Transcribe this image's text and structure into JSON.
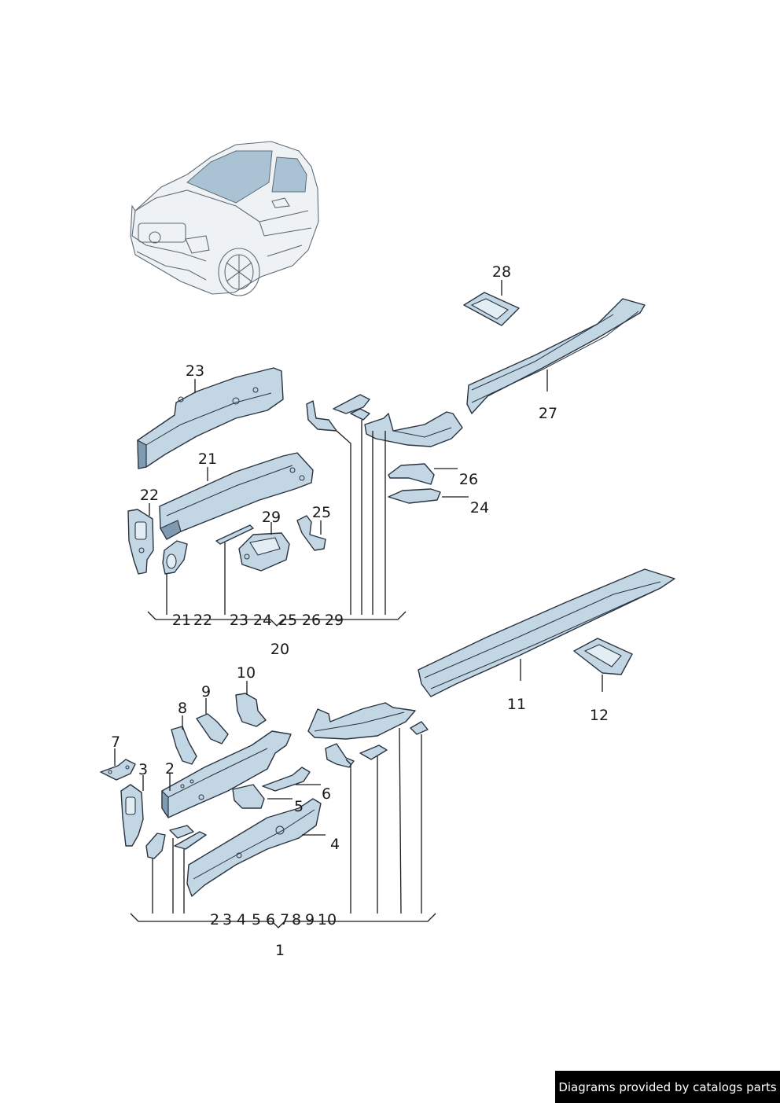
{
  "labels": {
    "l1": "1",
    "l2": "2",
    "l3": "3",
    "l4": "4",
    "l5": "5",
    "l6": "6",
    "l7": "7",
    "l8": "8",
    "l9": "9",
    "l10": "10",
    "l11": "11",
    "l12": "12",
    "l20": "20",
    "l21": "21",
    "l22": "22",
    "l23": "23",
    "l24": "24",
    "l25": "25",
    "l26": "26",
    "l27": "27",
    "l28": "28",
    "l29": "29"
  },
  "group_20": {
    "members": [
      "21",
      "22",
      "23",
      "24",
      "25",
      "26",
      "29"
    ]
  },
  "group_1": {
    "members": [
      "2",
      "3",
      "4",
      "5",
      "6",
      "7",
      "8",
      "9",
      "10"
    ]
  },
  "credit": "Diagrams provided by catalogs parts",
  "colors": {
    "part_fill": "#c3d6e4",
    "part_shade": "#7f9bb2",
    "outline": "#2a3340",
    "credit_background": "#000000"
  }
}
